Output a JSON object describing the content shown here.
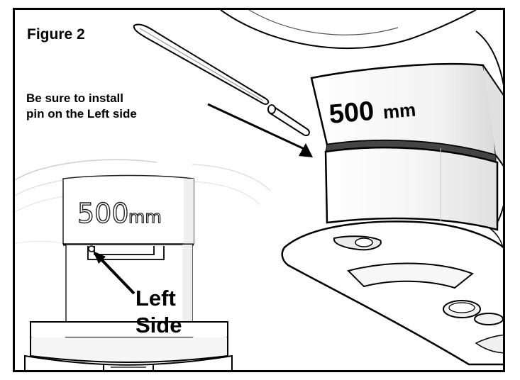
{
  "figure": {
    "title": "Figure 2"
  },
  "callout": {
    "line1": "Be sure to install",
    "line2": "pin on the Left side"
  },
  "left_side_label": {
    "line1": "Left",
    "line2": "Side"
  },
  "size_labels": {
    "right": "500",
    "right_unit": "mm",
    "left": "500",
    "left_unit": "mm"
  },
  "colors": {
    "ink": "#000000",
    "paper": "#ffffff",
    "shade": "#e8e8e8"
  }
}
